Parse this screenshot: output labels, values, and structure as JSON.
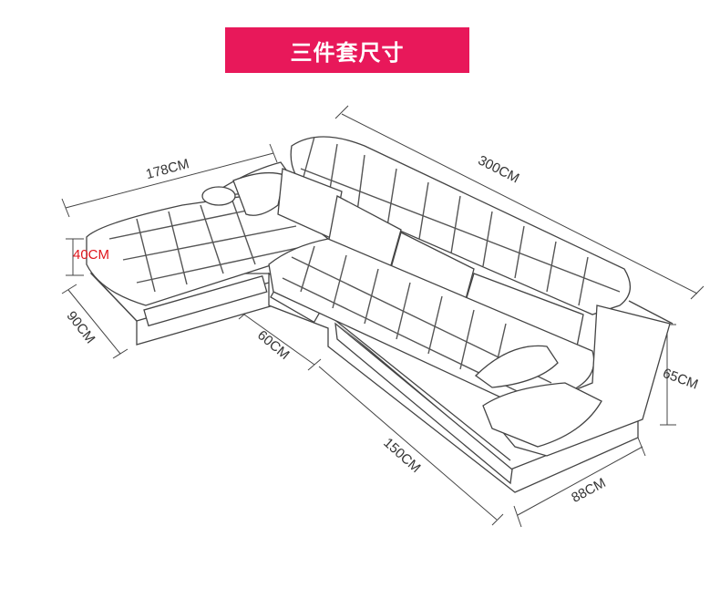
{
  "banner": {
    "title": "三件套尺寸",
    "color": "#e8185a"
  },
  "dimensions": {
    "chaise_length": "178CM",
    "total_length": "300CM",
    "seat_height": "40CM",
    "chaise_depth": "90CM",
    "seat_depth": "60CM",
    "middle_length": "150CM",
    "back_height": "65CM",
    "arm_depth": "88CM"
  },
  "highlight_color": "#e0151b",
  "image": {
    "subject": "L-shaped sectional sofa line drawing",
    "icon": "sofa-outline-drawing"
  }
}
